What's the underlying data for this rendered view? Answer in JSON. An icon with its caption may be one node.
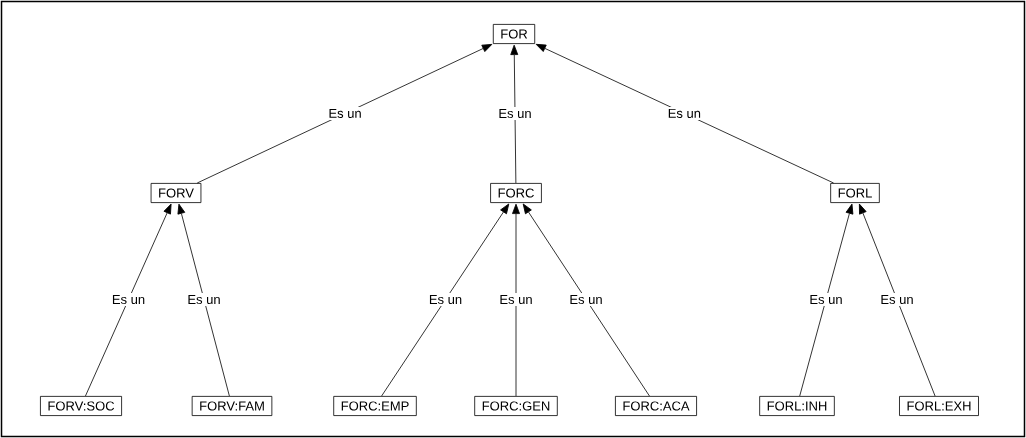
{
  "diagram": {
    "nodes": [
      {
        "text": [
          "FOR"
        ]
      },
      {
        "text": [
          "FORV"
        ]
      },
      {
        "text": [
          "FORC"
        ]
      },
      {
        "text": [
          "FORL"
        ]
      },
      {
        "text": [
          "FORV:SOC"
        ]
      },
      {
        "text": [
          "FORV:FAM"
        ]
      },
      {
        "text": [
          "FORC:EMP"
        ]
      },
      {
        "text": [
          "FORC:GEN"
        ]
      },
      {
        "text": [
          "FORC:ACA"
        ]
      },
      {
        "text": [
          "FORL:INH"
        ]
      },
      {
        "text": [
          "FORL:EXH"
        ]
      }
    ],
    "edges": [
      {
        "from": 1,
        "to": 0,
        "arrow": "to",
        "label": "Es un"
      },
      {
        "from": 2,
        "to": 0,
        "arrow": "to",
        "label": "Es un"
      },
      {
        "from": 3,
        "to": 0,
        "arrow": "to",
        "label": "Es un"
      },
      {
        "from": 4,
        "to": 1,
        "arrow": "to",
        "label": "Es un"
      },
      {
        "from": 5,
        "to": 1,
        "arrow": "to",
        "label": "Es un"
      },
      {
        "from": 6,
        "to": 2,
        "arrow": "to",
        "label": "Es un"
      },
      {
        "from": 7,
        "to": 2,
        "arrow": "to",
        "label": "Es un"
      },
      {
        "from": 8,
        "to": 2,
        "arrow": "to",
        "label": "Es un"
      },
      {
        "from": 9,
        "to": 3,
        "arrow": "to",
        "label": "Es un"
      },
      {
        "from": 10,
        "to": 3,
        "arrow": "to",
        "label": "Es un"
      }
    ]
  }
}
